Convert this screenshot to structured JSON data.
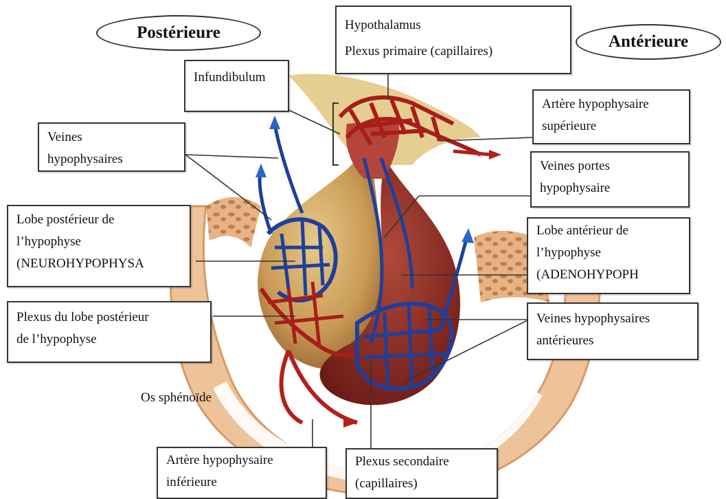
{
  "orientation": {
    "posterior": "Postérieure",
    "anterior": "Antérieure"
  },
  "labels": {
    "hypothalamus": {
      "line1": "Hypothalamus",
      "line2": "Plexus  primaire (capillaires)"
    },
    "infundibulum": "Infundibulum",
    "veines_hypophysaires": {
      "line1": "Veines",
      "line2": "hypophysaires"
    },
    "artere_sup": {
      "line1": "Artère hypophysaire",
      "line2": "supérieure"
    },
    "veines_portes": {
      "line1": "Veines portes",
      "line2": "hypophysaire"
    },
    "lobe_posterieur": {
      "line1": "Lobe postérieur de",
      "line2": "l’hypophyse",
      "line3": "(NEUROHYPOPHYSA"
    },
    "lobe_anterieur": {
      "line1": "Lobe antérieur de",
      "line2": "l’hypophyse",
      "line3": "(ADENOHYPOPH"
    },
    "plexus_lobe_post": {
      "line1": "Plexus du lobe postérieur",
      "line2": "de l’hypophyse"
    },
    "veines_ant": {
      "line1": "Veines hypophysaires",
      "line2": "antérieures"
    },
    "os_sphenoide": "Os sphénoïde",
    "artere_inf": {
      "line1": "Artère hypophysaire",
      "line2": "inférieure"
    },
    "plexus_secondaire": {
      "line1": "Plexus secondaire",
      "line2": "(capillaires)"
    }
  },
  "colors": {
    "bone": "#e8b384",
    "bone_dark": "#c9844f",
    "gland_tan": "#d8b66a",
    "gland_red": "#8e2a24",
    "artery": "#b3201c",
    "vein": "#1f3f9a",
    "line": "#333333"
  }
}
